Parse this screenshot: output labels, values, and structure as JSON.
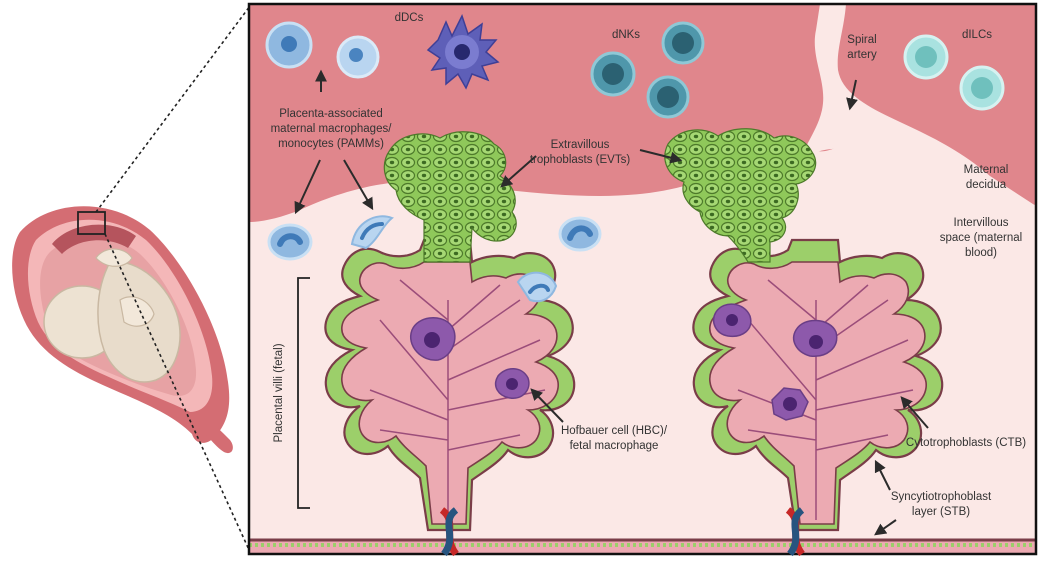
{
  "labels": {
    "pamms": [
      "Placenta-associated",
      "maternal macrophages/",
      "monocytes (PAMMs)"
    ],
    "ddcs": "dDCs",
    "dnks": "dNKs",
    "dilcs": "dILCs",
    "spiral_artery": [
      "Spiral",
      "artery"
    ],
    "evts": [
      "Extravillous",
      "trophoblasts (EVTs)"
    ],
    "maternal_decidua": [
      "Maternal",
      "decidua"
    ],
    "intervillous_space": [
      "Intervillous",
      "space (maternal",
      "blood)"
    ],
    "placental_villi": "Placental villi (fetal)",
    "hbc": [
      "Hofbauer cell (HBC)/",
      "fetal macrophage"
    ],
    "ctb": "Cytotrophoblasts (CTB)",
    "stb": [
      "Syncytiotrophoblast",
      "layer (STB)"
    ]
  },
  "colors": {
    "decidua": "#e0868c",
    "intervillous": "#fbe8e6",
    "villus_fill": "#ecaab2",
    "villus_border": "#7a3d48",
    "trophoblast_green": "#9ccf6a",
    "evt_green": "#8fc85a",
    "macrophage_blue": "#8fb8e0",
    "dnk_teal": "#4f97ab",
    "dilc_cyan": "#a9e2e0",
    "ddc_purple": "#5e5fb8",
    "hbc_purple": "#8d59ab"
  }
}
